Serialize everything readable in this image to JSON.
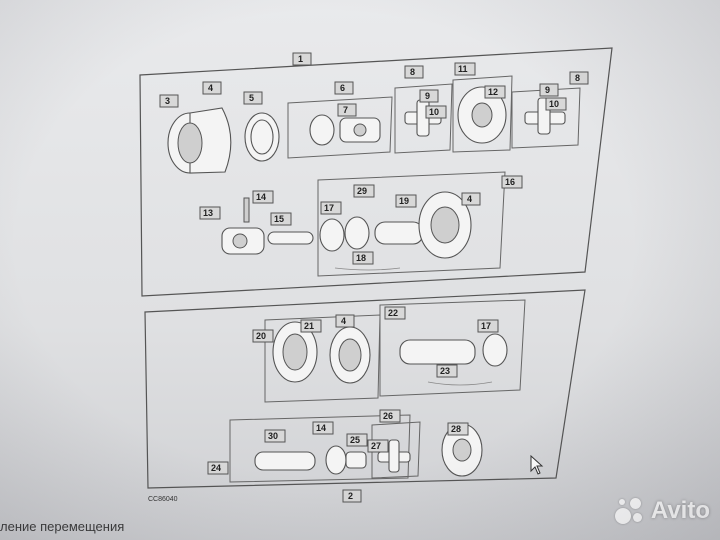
{
  "diagram": {
    "top_frame_label": "1",
    "bottom_frame_label": "2",
    "drawing_code": "CC86040",
    "callouts_top": [
      "3",
      "4",
      "5",
      "6",
      "7",
      "8",
      "9",
      "10",
      "11",
      "12",
      "9",
      "10",
      "8",
      "13",
      "14",
      "15",
      "16",
      "17",
      "18",
      "19",
      "29",
      "4"
    ],
    "callouts_bottom": [
      "20",
      "21",
      "4",
      "22",
      "17",
      "23",
      "24",
      "30",
      "14",
      "25",
      "27",
      "26",
      "28"
    ]
  },
  "status_bar": {
    "text": "ление перемещения"
  },
  "watermark": {
    "brand": "Avito",
    "icon": "avito-logo-icon"
  },
  "colors": {
    "background": "#dfe0e2",
    "line": "#555555",
    "label_fill": "#d8d8d8"
  }
}
